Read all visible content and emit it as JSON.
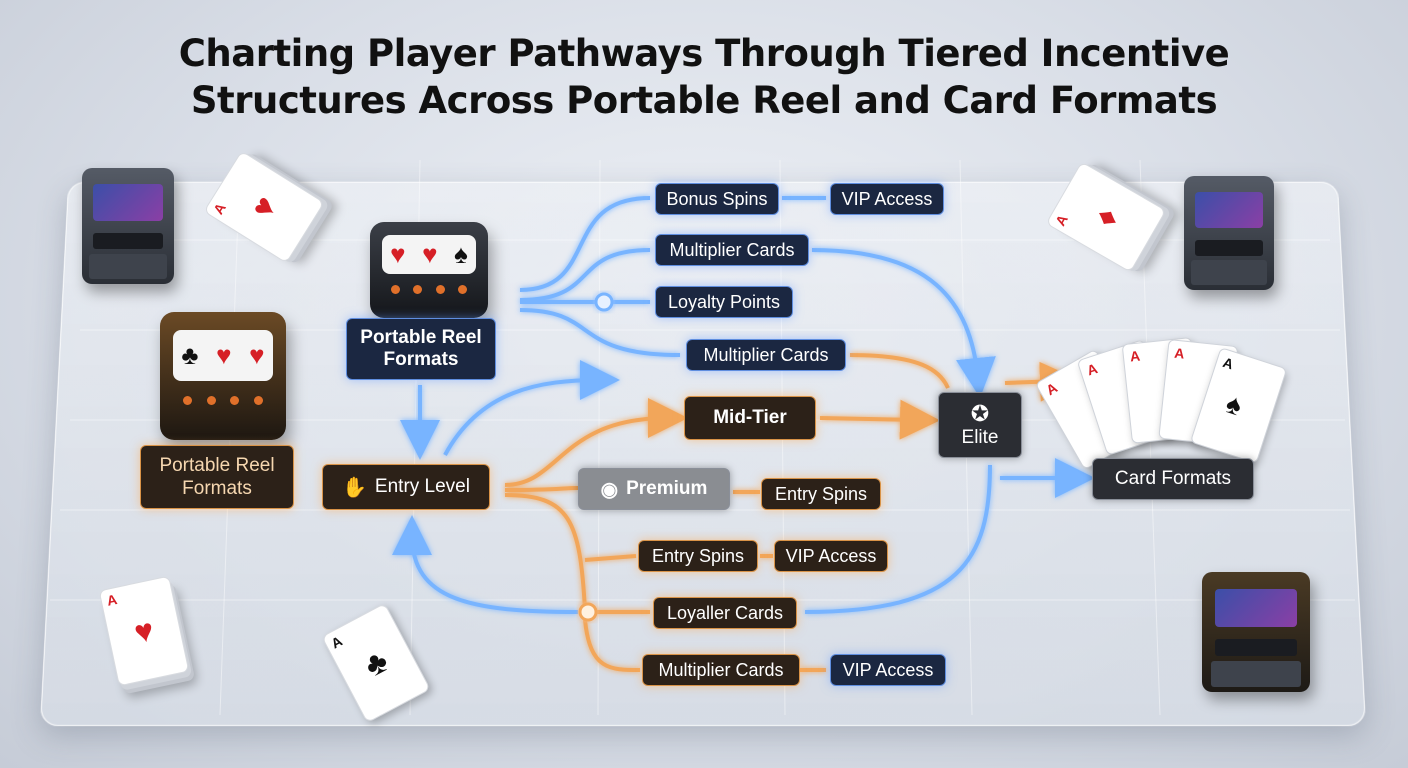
{
  "title": {
    "line1": "Charting Player Pathways Through Tiered Incentive",
    "line2": "Structures Across Portable Reel and Card Formats"
  },
  "colors": {
    "blue_flow": "#78b4ff",
    "amber_flow": "#f2a65a",
    "blue_node_border": "#5f8ee0",
    "amber_node_border": "#d99347"
  },
  "nodes": {
    "portable_reel_top": "Portable Reel Formats",
    "portable_reel_left": "Portable Reel Formats",
    "entry_level": "Entry Level",
    "mid_tier": "Mid-Tier",
    "premium": "Premium",
    "elite": "Elite",
    "card_formats": "Card Formats",
    "bonus_spins": "Bonus Spins",
    "vip_access_1": "VIP Access",
    "multiplier_cards_1": "Multiplier Cards",
    "loyalty_points": "Loyalty Points",
    "multiplier_cards_2": "Multiplier Cards",
    "entry_spins_1": "Entry Spins",
    "entry_spins_2": "Entry Spins",
    "vip_access_2": "VIP Access",
    "loyaller_cards": "Loyaller Cards",
    "multiplier_cards_3": "Multiplier Cards",
    "vip_access_3": "VIP Access"
  },
  "icons": {
    "entry_level": "handshake-icon",
    "premium": "chip-icon",
    "elite": "casino-chip-icon"
  }
}
